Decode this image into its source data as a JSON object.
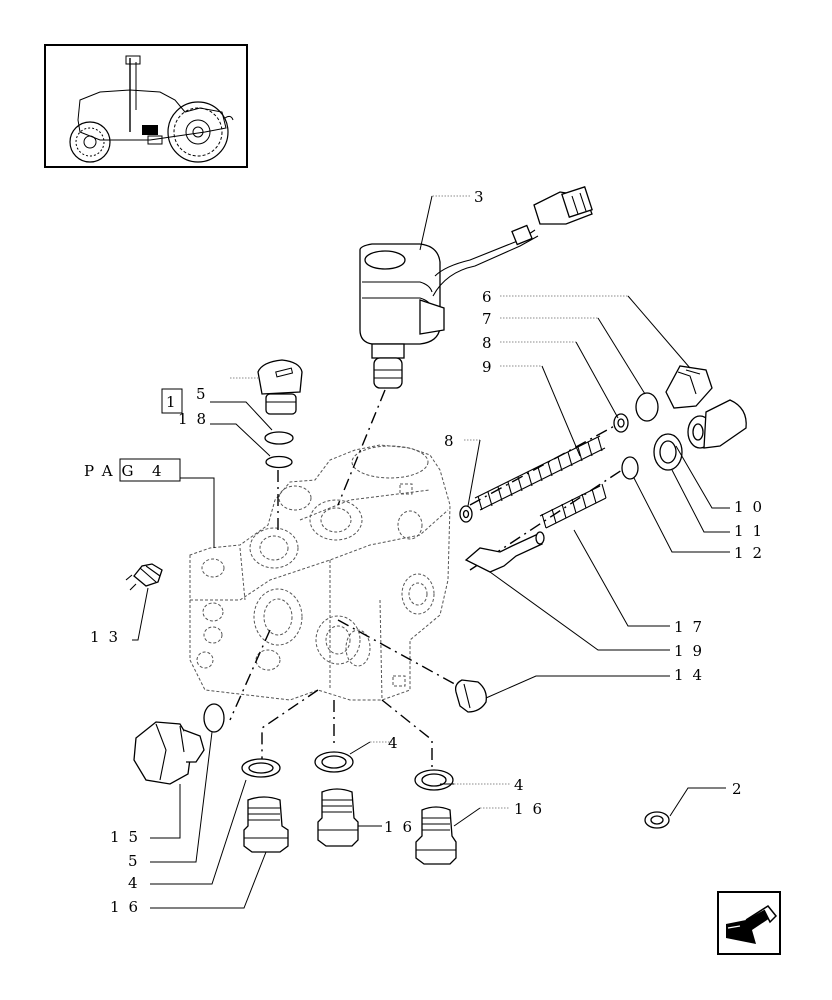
{
  "labels": {
    "l3": "3",
    "l6": "6",
    "l7": "7",
    "l8a": "8",
    "l9": "9",
    "l8b": "8",
    "l5a": "5",
    "l18": "18",
    "l1": "1",
    "pag": "PAG",
    "pagnum": "4",
    "l10": "10",
    "l11": "11",
    "l12": "12",
    "l13": "13",
    "l17": "17",
    "l19": "19",
    "l14": "14",
    "l4a": "4",
    "l4b": "4",
    "l16a": "16",
    "l16b": "16",
    "l2": "2",
    "l15": "15",
    "l5b": "5",
    "l4c": "4",
    "l16c": "16"
  },
  "icons": {
    "tractor": "tractor-thumbnail-icon",
    "nav": "next-page-arrow-icon"
  }
}
